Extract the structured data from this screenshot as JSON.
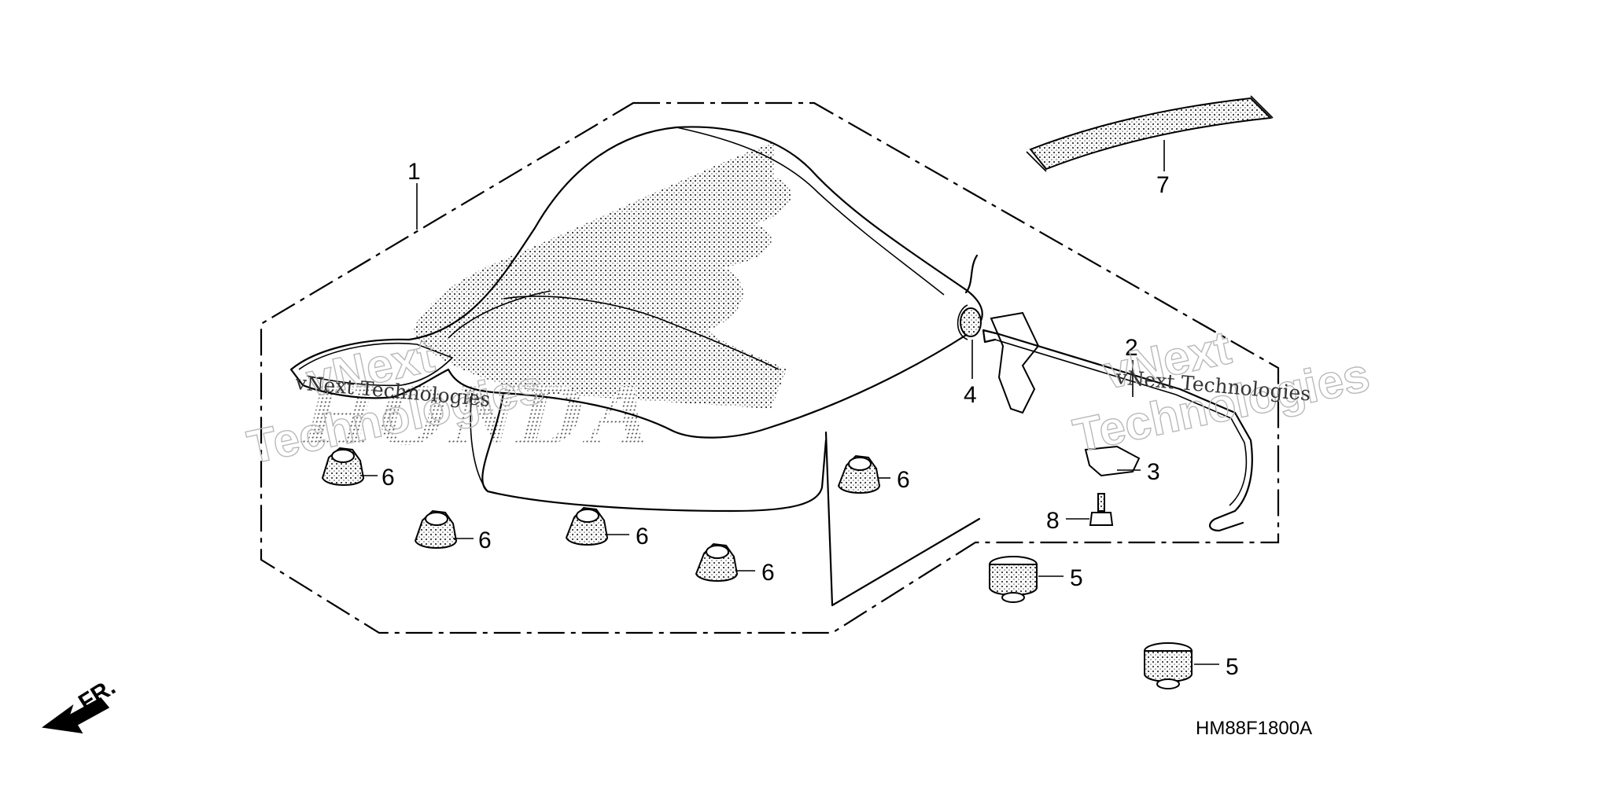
{
  "diagram": {
    "callouts": {
      "c1": "1",
      "c2": "2",
      "c3": "3",
      "c4": "4",
      "c5a": "5",
      "c5b": "5",
      "c6a": "6",
      "c6b": "6",
      "c6c": "6",
      "c6d": "6",
      "c6e": "6",
      "c7": "7",
      "c8": "8"
    },
    "direction_label": "FR.",
    "drawing_code": "HM88F1800A",
    "logo_text": "HONDA",
    "watermarks": {
      "brand_line": "vNext Technologies",
      "hollow_top": "vNext",
      "hollow_bottom": "Technologies"
    }
  }
}
